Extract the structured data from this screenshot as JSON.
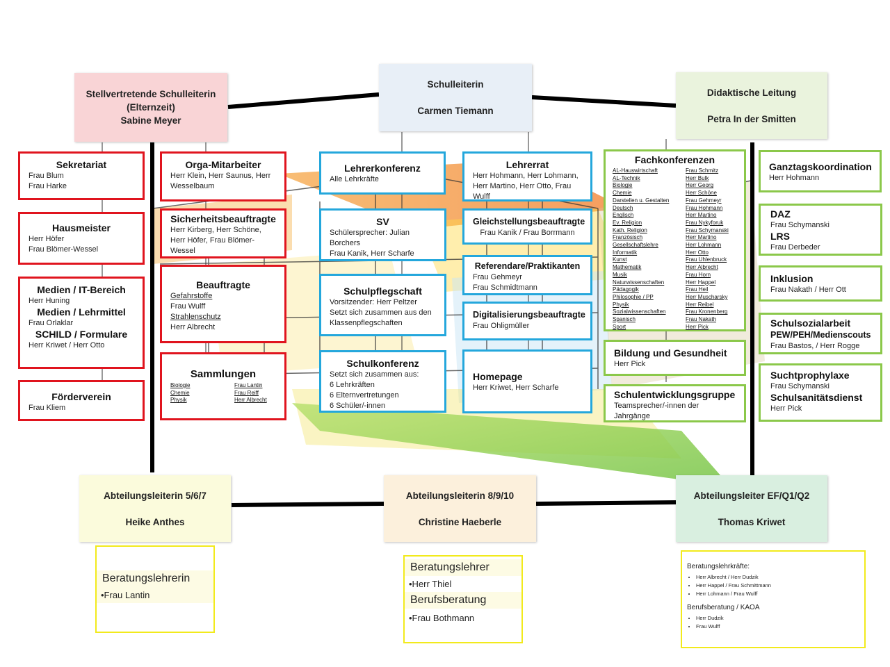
{
  "leaders": {
    "deputy": {
      "lines": [
        "Stellvertretende Schulleiterin",
        "(Elternzeit)",
        "Sabine Meyer"
      ],
      "color": "#f9d4d6"
    },
    "head": {
      "lines": [
        "Schulleiterin",
        "Carmen Tiemann"
      ],
      "color": "#e8eff7"
    },
    "didactic": {
      "lines": [
        "Didaktische Leitung",
        "Petra In der Smitten"
      ],
      "color": "#eaf3dd"
    },
    "dept_lower": {
      "lines": [
        "Abteilungsleiterin 5/6/7",
        "Heike Anthes"
      ],
      "color": "#fbfbdc"
    },
    "dept_middle": {
      "lines": [
        "Abteilungsleiterin 8/9/10",
        "Christine Haeberle"
      ],
      "color": "#fcf0dc"
    },
    "dept_upper": {
      "lines": [
        "Abteilungsleiter EF/Q1/Q2",
        "Thomas Kriwet"
      ],
      "color": "#d9efe0"
    }
  },
  "red": {
    "sekretariat": {
      "title": "Sekretariat",
      "lines": [
        "Frau Blum",
        "Frau Harke"
      ]
    },
    "hausmeister": {
      "title": "Hausmeister",
      "lines": [
        "Herr Höfer",
        "Frau Blömer-Wessel"
      ]
    },
    "medien": {
      "t1": "Medien / IT-Bereich",
      "p1": "Herr Huning",
      "t2": "Medien / Lehrmittel",
      "p2": "Frau Orlaklar",
      "t3": "SCHILD / Formulare",
      "p3": "Herr Kriwet / Herr Otto"
    },
    "foerderverein": {
      "title": "Förderverein",
      "lines": [
        "Frau Kliem"
      ]
    },
    "orga": {
      "title": "Orga-Mitarbeiter",
      "text": "Herr Klein, Herr Saunus, Herr Wesselbaum"
    },
    "sicherheit": {
      "title": "Sicherheitsbeauftragte",
      "text": "Herr Kirberg, Herr Schöne, Herr Höfer, Frau Blömer-Wessel"
    },
    "beauftragte": {
      "title": "Beauftragte",
      "l1": "Gefahrstoffe",
      "l2": "Frau Wulff",
      "l3": "Strahlenschutz",
      "l4": "Herr  Albrecht"
    },
    "sammlungen": {
      "title": "Sammlungen",
      "rows": [
        {
          "subject": "Biologie",
          "person": "Frau Lantin"
        },
        {
          "subject": "Chemie",
          "person": "Frau Reiff"
        },
        {
          "subject": "Physik",
          "person": "Herr Albrecht"
        }
      ]
    }
  },
  "blue": {
    "lehrerkonferenz": {
      "title": "Lehrerkonferenz",
      "text": "Alle Lehrkräfte"
    },
    "sv": {
      "title": "SV",
      "text": "Schülersprecher: Julian Borchers",
      "text2": "Frau Kanik, Herr Scharfe"
    },
    "schulpflegschaft": {
      "title": "Schulpflegschaft",
      "text": "Vorsitzender: Herr Peltzer",
      "text2": "Setzt sich zusammen aus den Klassenpflegschaften"
    },
    "schulkonferenz": {
      "title": "Schulkonferenz",
      "lines": [
        "Setzt sich zusammen aus:",
        "6 Lehrkräften",
        "6 Elternvertretungen",
        "6 Schüler/-innen"
      ]
    },
    "lehrerrat": {
      "title": "Lehrerrat",
      "text": "Herr Hohmann, Herr Lohmann, Herr Martino, Herr Otto, Frau Wulff"
    },
    "gleichstellung": {
      "title": "Gleichstellungsbeauftragte",
      "text": "Frau Kanik / Frau Borrmann"
    },
    "referendare": {
      "title": "Referendare/Praktikanten",
      "lines": [
        "Frau Gehmeyr",
        "Frau Schmidtmann"
      ]
    },
    "digital": {
      "title": "Digitalisierungsbeauftragte",
      "text": "Frau Ohligmüller"
    },
    "homepage": {
      "title": "Homepage",
      "text": "Herr Kriwet, Herr Scharfe"
    }
  },
  "green": {
    "fachkonferenzen": {
      "title": "Fachkonferenzen",
      "rows": [
        {
          "subject": "AL-Hauswirtschaft",
          "person": "Frau Schmitz"
        },
        {
          "subject": "AL-Technik",
          "person": "Herr Bulk"
        },
        {
          "subject": "Biologie",
          "person": "Herr Georg"
        },
        {
          "subject": "Chemie",
          "person": "Herr Schöne"
        },
        {
          "subject": "Darstellen u. Gestalten",
          "person": "Frau Gehmeyr"
        },
        {
          "subject": "Deutsch",
          "person": "Frau Hohmann"
        },
        {
          "subject": "Englisch",
          "person": "Herr Martino"
        },
        {
          "subject": "Ev. Religion",
          "person": "Frau Nykyforuk"
        },
        {
          "subject": "Kath. Religion",
          "person": "Frau Schymanski"
        },
        {
          "subject": "Französisch",
          "person": "Herr Martino"
        },
        {
          "subject": "Gesellschaftslehre",
          "person": "Herr Lohmann"
        },
        {
          "subject": "Informatik",
          "person": "Herr Otto"
        },
        {
          "subject": "Kunst",
          "person": "Frau Uhlenbruck"
        },
        {
          "subject": "Mathematik",
          "person": "Herr Albrecht"
        },
        {
          "subject": "Musik",
          "person": "Frau Horn"
        },
        {
          "subject": "Naturwissenschaften",
          "person": "Herr Happel"
        },
        {
          "subject": "Pädagogik",
          "person": "Frau Heil"
        },
        {
          "subject": "Philosophie / PP",
          "person": "Herr Muscharsky"
        },
        {
          "subject": "Physik",
          "person": "Herr Reibel"
        },
        {
          "subject": "Sozialwissenschaften",
          "person": "Frau Kronenberg"
        },
        {
          "subject": "Spanisch",
          "person": "Frau Nakath"
        },
        {
          "subject": "Sport",
          "person": "Herr Pick"
        }
      ]
    },
    "bildung": {
      "title": "Bildung und Gesundheit",
      "text": "Herr Pick"
    },
    "schulentwicklung": {
      "title": "Schulentwicklungsgruppe",
      "text": "Teamsprecher/-innen der Jahrgänge"
    },
    "ganztag": {
      "title": "Ganztagskoordination",
      "text": "Herr Hohmann"
    },
    "daz": {
      "t1": "DAZ",
      "p1": "Frau Schymanski",
      "t2": "LRS",
      "p2": "Frau Derbeder"
    },
    "inklusion": {
      "title": "Inklusion",
      "text": "Frau Nakath / Herr Ott"
    },
    "schulsozial": {
      "title": "Schulsozialarbeit",
      "t2": "PEW/PEH/Medienscouts",
      "text": "Frau Bastos, / Herr Rogge"
    },
    "sucht": {
      "title": "Suchtprophylaxe",
      "p1": "Frau Schymanski",
      "t2": "Schulsanitätsdienst",
      "p2": "Herr Pick"
    }
  },
  "advice": {
    "lower": {
      "title": "Beratungslehrerin",
      "person": "•Frau Lantin"
    },
    "middle": {
      "title": "Beratungslehrer",
      "person": "•Herr Thiel",
      "title2": "Berufsberatung",
      "person2": "•Frau Bothmann"
    },
    "upper": {
      "title": "Beratungslehrkräfte:",
      "items": [
        "Herr Albrecht / Herr Dudzik",
        "Herr Happel / Frau Schmittmann",
        "Herr Lohmann / Frau Wulff"
      ],
      "title2": "Berufsberatung / KAOA",
      "items2": [
        "Herr Dudzik",
        "Frau Wulff"
      ]
    }
  }
}
